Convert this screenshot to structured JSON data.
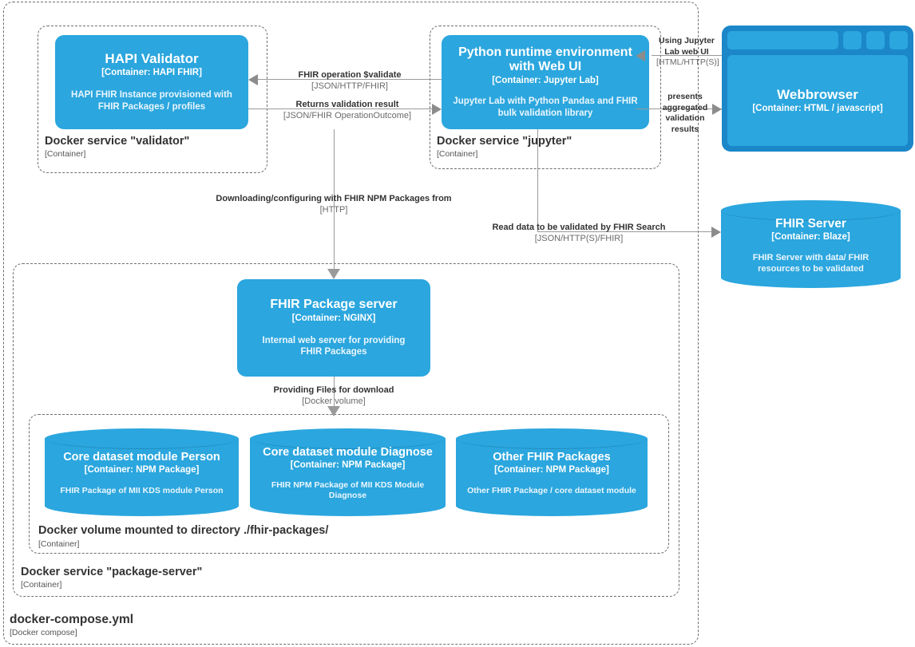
{
  "diagram": {
    "title": "docker-compose.yml",
    "subtitle": "[Docker compose]"
  },
  "boundaries": {
    "compose": {
      "label": "docker-compose.yml",
      "sublabel": "[Docker compose]"
    },
    "validator": {
      "label": "Docker service \"validator\"",
      "sublabel": "[Container]"
    },
    "jupyter": {
      "label": "Docker service \"jupyter\"",
      "sublabel": "[Container]"
    },
    "package_server": {
      "label": "Docker service \"package-server\"",
      "sublabel": "[Container]"
    },
    "volume": {
      "label": "Docker volume mounted to directory ./fhir-packages/",
      "sublabel": "[Container]"
    }
  },
  "nodes": {
    "hapi_validator": {
      "title": "HAPI Validator",
      "tech": "[Container: HAPI FHIR]",
      "desc": "HAPI FHIR Instance provisioned with FHIR Packages / profiles"
    },
    "python_runtime": {
      "title": "Python runtime environment with Web UI",
      "tech": "[Container: Jupyter Lab]",
      "desc": "Jupyter Lab with Python Pandas and FHIR bulk validation library"
    },
    "webbrowser": {
      "title": "Webbrowser",
      "tech": "[Container: HTML / javascript]"
    },
    "fhir_server": {
      "title": "FHIR Server",
      "tech": "[Container: Blaze]",
      "desc": "FHIR Server with data/ FHIR resources to be validated"
    },
    "package_server": {
      "title": "FHIR Package server",
      "tech": "[Container: NGINX]",
      "desc": "Internal web server for providing FHIR Packages"
    },
    "module_person": {
      "title": "Core dataset module Person",
      "tech": "[Container: NPM Package]",
      "desc": "FHIR Package of MII KDS module Person"
    },
    "module_diagnose": {
      "title": "Core dataset module Diagnose",
      "tech": "[Container: NPM Package]",
      "desc": "FHIR NPM Package of MII KDS Module Diagnose"
    },
    "other_packages": {
      "title": "Other FHIR Packages",
      "tech": "[Container: NPM Package]",
      "desc": "Other FHIR Package / core dataset module"
    }
  },
  "edges": {
    "validate": {
      "label": "FHIR operation $validate",
      "protocol": "[JSON/HTTP/FHIR]"
    },
    "validation_result": {
      "label": "Returns validation result",
      "protocol": "[JSON/FHIR OperationOutcome]"
    },
    "using_web_ui": {
      "label": "Using Jupyter Lab web UI",
      "protocol": "[HTML/HTTP(S)]"
    },
    "presents_results": {
      "label": "presents aggregated validation results",
      "protocol": ""
    },
    "downloading_packages": {
      "label": "Downloading/configuring with FHIR NPM Packages from",
      "protocol": "[HTTP]"
    },
    "read_data": {
      "label": "Read data to be validated by FHIR Search",
      "protocol": "[JSON/HTTP(S)/FHIR]"
    },
    "providing_files": {
      "label": "Providing Files for download",
      "protocol": "[Docker volume]"
    }
  },
  "colors": {
    "node_blue": "#2ba6de",
    "browser_frame": "#1b87c9",
    "boundary": "#6e6e6e",
    "connector": "#9a9a9a"
  }
}
